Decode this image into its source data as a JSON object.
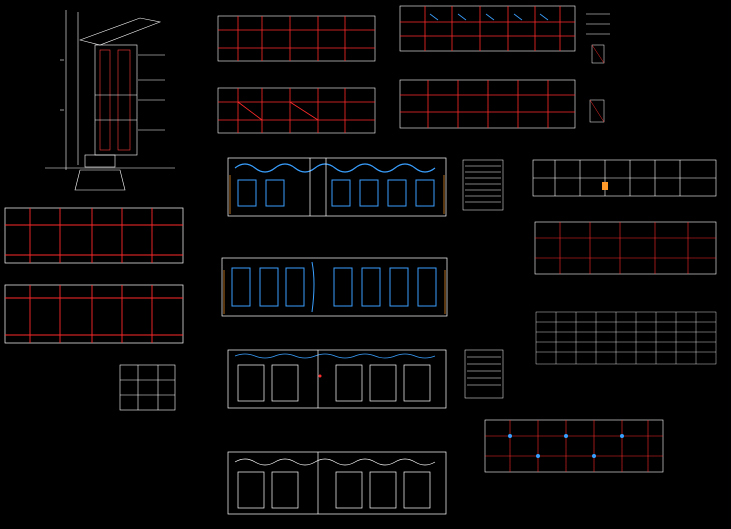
{
  "sheet": {
    "background": "#000000",
    "colors": {
      "outline": "#ffffff",
      "structure": "#ff2a2a",
      "electrical": "#3aa0ff",
      "furniture": "#ffffff",
      "accent": "#ff9a2a"
    }
  },
  "drawings": [
    {
      "kind": "section",
      "view": "wall-section"
    },
    {
      "kind": "plan",
      "view": "beam-framing-plan-1"
    },
    {
      "kind": "plan",
      "view": "beam-framing-plan-2"
    },
    {
      "kind": "plan",
      "view": "foundation-plan"
    },
    {
      "kind": "plan",
      "view": "column-plan"
    },
    {
      "kind": "plan",
      "view": "electrical-lighting-plan"
    },
    {
      "kind": "plan",
      "view": "electrical-outlets-plan"
    },
    {
      "kind": "plan",
      "view": "sanitary-plan"
    },
    {
      "kind": "plan",
      "view": "architecture-plan"
    },
    {
      "kind": "elevation",
      "view": "front-elevation"
    },
    {
      "kind": "elevation",
      "view": "rear-elevation"
    },
    {
      "kind": "plan",
      "view": "roof-beams-plan"
    },
    {
      "kind": "plan",
      "view": "slab-grid-plan"
    },
    {
      "kind": "plan",
      "view": "footing-plan"
    },
    {
      "kind": "detail",
      "view": "stair-detail"
    },
    {
      "kind": "legend",
      "view": "electrical-legend"
    },
    {
      "kind": "legend",
      "view": "sanitary-legend"
    }
  ]
}
